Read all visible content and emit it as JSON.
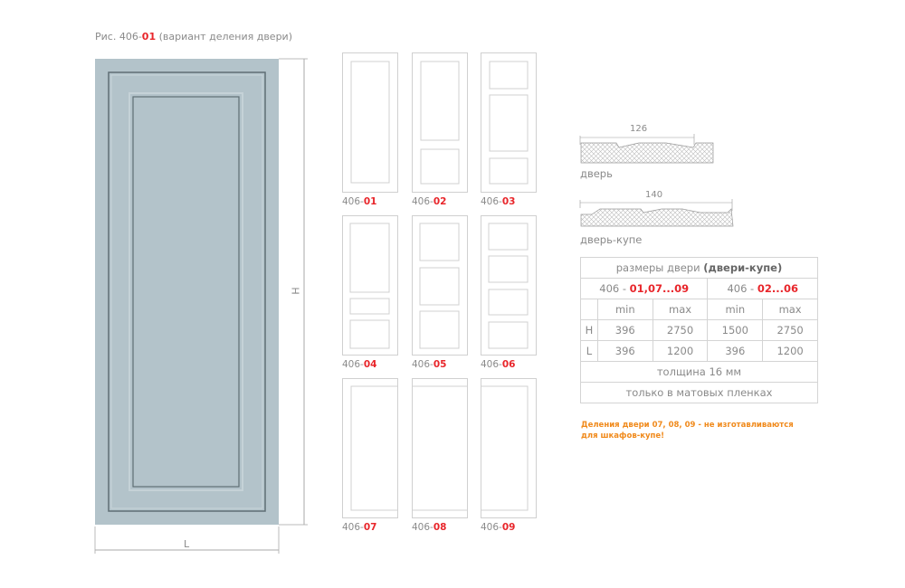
{
  "figure_caption": {
    "prefix": "Рис. 406-",
    "number": "01",
    "suffix": " (вариант деления двери)"
  },
  "dimensions": {
    "height_label": "H",
    "width_label": "L"
  },
  "variants": [
    {
      "prefix": "406-",
      "code": "01"
    },
    {
      "prefix": "406-",
      "code": "02"
    },
    {
      "prefix": "406-",
      "code": "03"
    },
    {
      "prefix": "406-",
      "code": "04"
    },
    {
      "prefix": "406-",
      "code": "05"
    },
    {
      "prefix": "406-",
      "code": "06"
    },
    {
      "prefix": "406-",
      "code": "07"
    },
    {
      "prefix": "406-",
      "code": "08"
    },
    {
      "prefix": "406-",
      "code": "09"
    }
  ],
  "profiles": [
    {
      "width": "126",
      "label": "дверь"
    },
    {
      "width": "140",
      "label": "дверь-купе"
    }
  ],
  "sizes_table": {
    "title_plain": "размеры двери ",
    "title_bold": "(двери-купе)",
    "groups": [
      {
        "prefix": "406 - ",
        "codes": "01,07...09"
      },
      {
        "prefix": "406 - ",
        "codes": "02...06"
      }
    ],
    "subheaders": [
      "min",
      "max",
      "min",
      "max"
    ],
    "rows": [
      {
        "label": "H",
        "values": [
          "396",
          "2750",
          "1500",
          "2750"
        ]
      },
      {
        "label": "L",
        "values": [
          "396",
          "1200",
          "396",
          "1200"
        ]
      }
    ],
    "thickness": "толщина 16 мм",
    "finish": "только в матовых пленках"
  },
  "note": {
    "line1": "Деления двери 07, 08, 09 - не изготавливаются",
    "line2": "для шкафов-купе!"
  },
  "colors": {
    "door_fill": "#b3c3ca",
    "accent_red": "#e8262b",
    "note_orange": "#f08a1c"
  }
}
